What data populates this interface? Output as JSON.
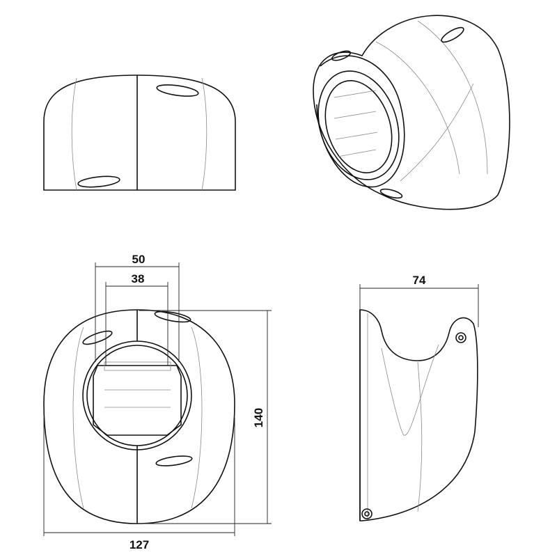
{
  "drawing": {
    "views": [
      "front-top-view",
      "isometric-view",
      "front-view",
      "side-view"
    ],
    "dimensions": {
      "opening_outer_width": "50",
      "opening_inner_width": "38",
      "height": "140",
      "width": "127",
      "depth": "74"
    },
    "unit": "mm",
    "line_color": "#111111"
  }
}
